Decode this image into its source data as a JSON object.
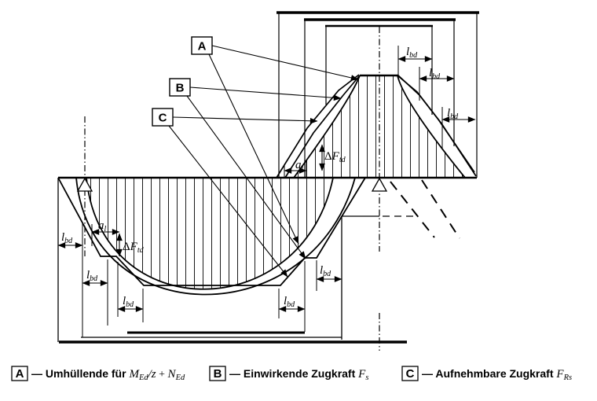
{
  "callouts": {
    "a": "A",
    "b": "B",
    "c": "C"
  },
  "dims": {
    "lbd": {
      "base": "l",
      "sub": "bd"
    },
    "al": {
      "base": "a",
      "sub": "l"
    },
    "dftd": {
      "delta": "Δ",
      "base": "F",
      "sub": "td"
    }
  },
  "legend": {
    "items": [
      {
        "marker": "A",
        "label": "— Umhüllende für ",
        "formula": {
          "p1": "M",
          "p2": "Ed",
          "p3": "/z",
          "p4": " + ",
          "p5": "N",
          "p6": "Ed"
        }
      },
      {
        "marker": "B",
        "label": "— Einwirkende Zugkraft ",
        "formula": {
          "p1": "F",
          "p2": "s"
        }
      },
      {
        "marker": "C",
        "label": "— Aufnehmbare Zugkraft ",
        "formula": {
          "p1": "F",
          "p2": "Rs"
        }
      }
    ]
  },
  "colors": {
    "line": "#000000",
    "background": "#ffffff"
  }
}
